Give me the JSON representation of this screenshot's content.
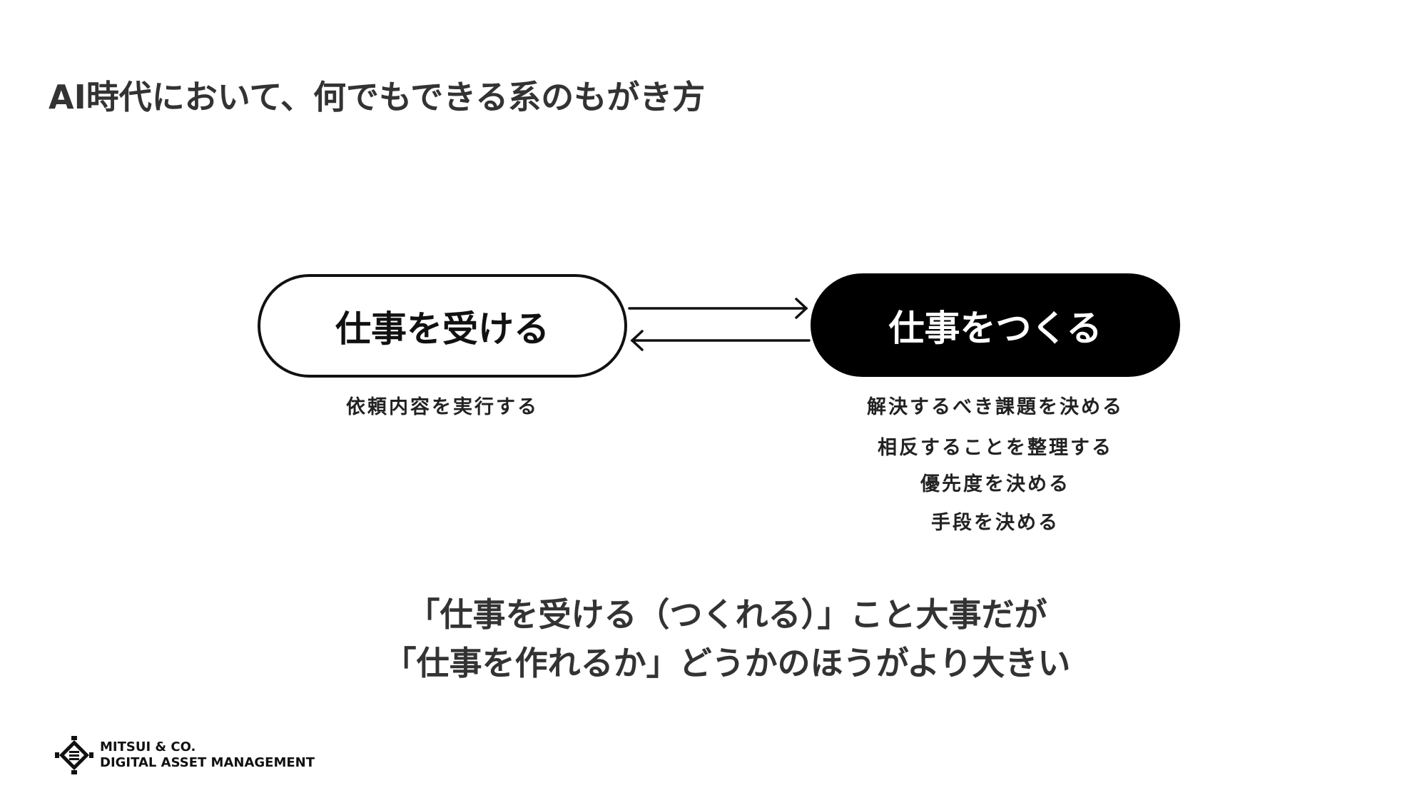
{
  "title": "AI時代において、何でもできる系のもがき方",
  "left_box": {
    "label": "仕事を受ける",
    "items": [
      "依頼内容を実行する"
    ]
  },
  "right_box": {
    "label": "仕事をつくる",
    "items": [
      "解決するべき課題を決める",
      "相反することを整理する",
      "優先度を決める",
      "手段を決める"
    ]
  },
  "conclusion": [
    "「仕事を受ける（つくれる）」こと大事だが",
    "「仕事を作れるか」どうかのほうがより大きい"
  ],
  "logo": {
    "line1": "MITSUI & CO.",
    "line2": "DIGITAL ASSET MANAGEMENT"
  }
}
